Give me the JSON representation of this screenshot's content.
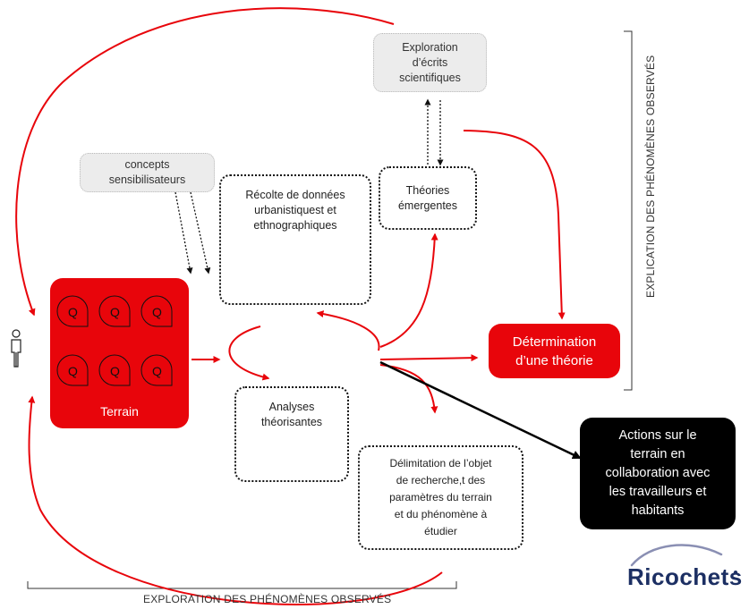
{
  "boxes": {
    "exploration_ecrits": "Exploration\nd’écrits\nscientifiques",
    "concepts": "concepts\nsensibilisateurs",
    "recolte": "Récolte de données\nurbanistiquest et\nethnographiques",
    "theories": "Théories\némergentes",
    "terrain": "Terrain",
    "determination": "Détermination\nd’une théorie",
    "analyses": "Analyses\nthéorisantes",
    "delimitation": "Délimitation de l’objet\nde recherche,t des\nparamètres du terrain\net du phénomène  à\nétudier",
    "actions": "Actions sur le\nterrain en\ncollaboration avec\nles travailleurs et\nhabitants"
  },
  "q_letter": "Q",
  "labels": {
    "vertical": "EXPLICATION DES PHÉNOMÈNES OBSERVÉS",
    "horizontal": "EXPLORATION DES PHÉNOMÈNES OBSERVÉS"
  },
  "logo": {
    "text": "Ricochets"
  },
  "colors": {
    "accent_red": "#e8050b",
    "black": "#000000",
    "gray_box": "#ececec",
    "logo_blue": "#1c2f63"
  },
  "icons": [
    "person-icon",
    "street-map-icon",
    "people-group-icon",
    "map-parcel-icon",
    "q-bubble-icon"
  ]
}
